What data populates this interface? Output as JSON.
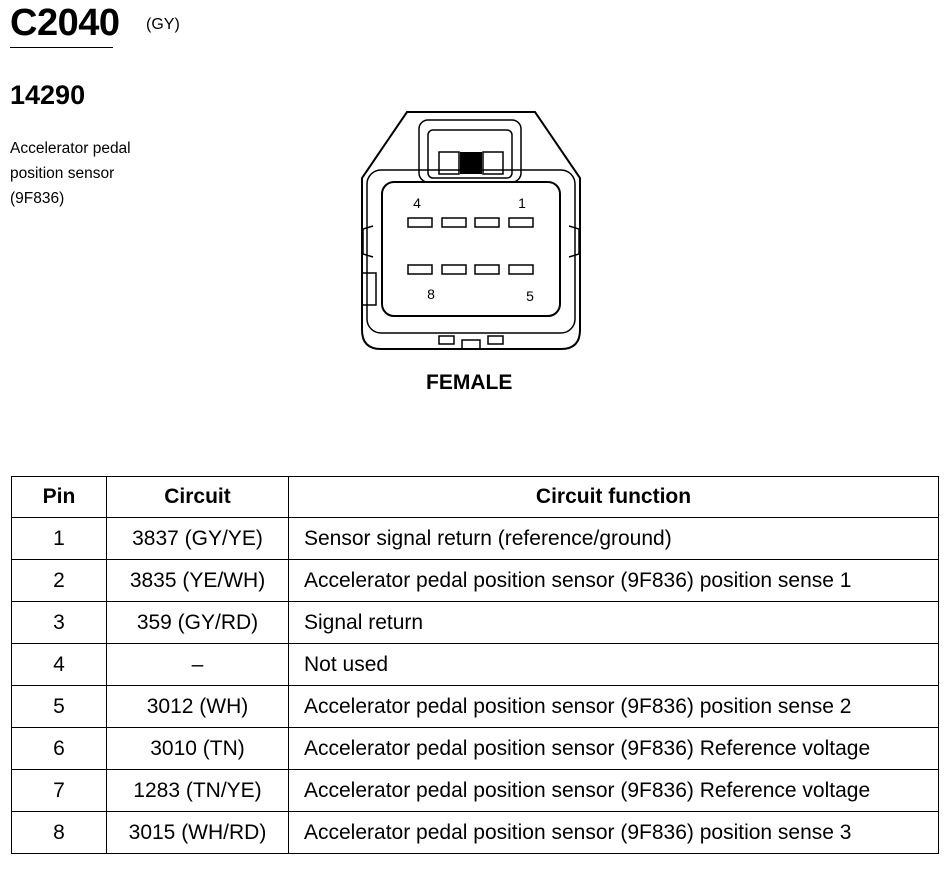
{
  "connector": {
    "id": "C2040",
    "color": "(GY)",
    "part_number": "14290",
    "description_lines": [
      "Accelerator pedal",
      "position sensor",
      "(9F836)"
    ],
    "gender": "FEMALE",
    "pin_labels": {
      "top_left": "4",
      "top_right": "1",
      "bottom_left": "8",
      "bottom_right": "5"
    }
  },
  "table": {
    "headers": [
      "Pin",
      "Circuit",
      "Circuit function"
    ],
    "rows": [
      {
        "pin": "1",
        "circuit": "3837 (GY/YE)",
        "function": "Sensor signal return (reference/ground)"
      },
      {
        "pin": "2",
        "circuit": "3835 (YE/WH)",
        "function": "Accelerator pedal position sensor (9F836) position sense 1"
      },
      {
        "pin": "3",
        "circuit": "359 (GY/RD)",
        "function": "Signal return"
      },
      {
        "pin": "4",
        "circuit": "–",
        "function": "Not used"
      },
      {
        "pin": "5",
        "circuit": "3012 (WH)",
        "function": "Accelerator pedal position sensor (9F836) position sense 2"
      },
      {
        "pin": "6",
        "circuit": "3010 (TN)",
        "function": "Accelerator pedal position sensor (9F836) Reference voltage"
      },
      {
        "pin": "7",
        "circuit": "1283 (TN/YE)",
        "function": "Accelerator pedal position sensor (9F836) Reference voltage"
      },
      {
        "pin": "8",
        "circuit": "3015 (WH/RD)",
        "function": "Accelerator pedal position sensor (9F836) position sense 3"
      }
    ]
  }
}
